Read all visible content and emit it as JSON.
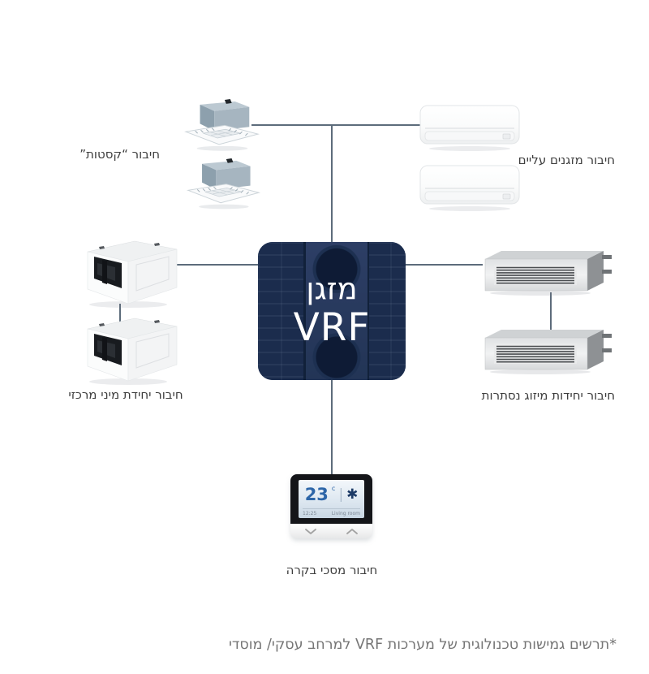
{
  "diagram": {
    "center": {
      "line1": "מזגן",
      "line2": "VRF"
    },
    "groups": {
      "cassette": {
        "label": "חיבור “קסטות”"
      },
      "wall": {
        "label": "חיבור מזגנים עליים"
      },
      "mini_central": {
        "label": "חיבור יחידת מיני מרכזי"
      },
      "concealed": {
        "label": "חיבור יחידות מיזוג נסתרות"
      },
      "control": {
        "label": "חיבור מסכי בקרה"
      }
    },
    "thermostat": {
      "temp": "23",
      "temp_unit": "c",
      "divider": "|",
      "mode_icon": "✱",
      "time": "12:25",
      "room": "Living room"
    },
    "caption": "*תרשים גמישות טכנולוגית של מערכות VRF למרחב עסקי/ מוסדי",
    "colors": {
      "line": "#5d6c7b",
      "label": "#3e3e3e",
      "caption": "#757575",
      "center_bg": "#1e3252",
      "temp_blue": "#2d66a8",
      "screen_navy": "#1c3a66"
    }
  }
}
